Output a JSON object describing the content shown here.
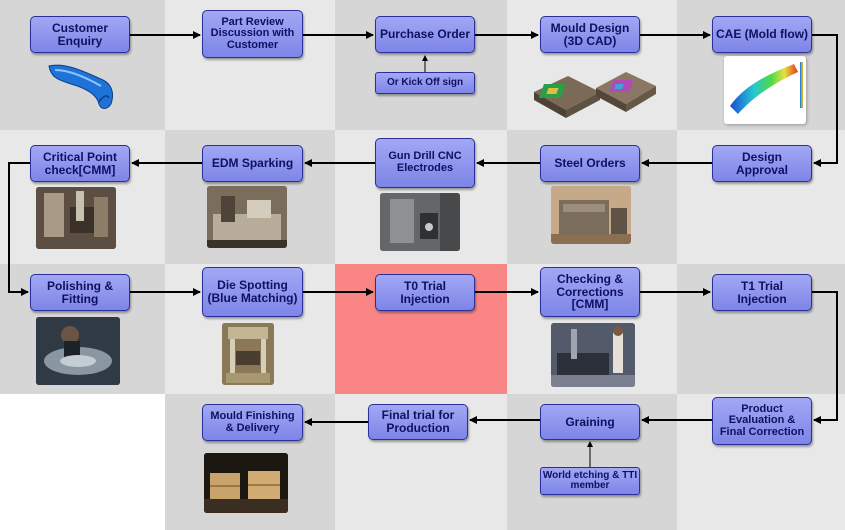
{
  "steps": {
    "customer_enquiry": "Customer Enquiry",
    "part_review": "Part Review Discussion with Customer",
    "purchase_order": "Purchase Order",
    "mould_design": "Mould Design (3D CAD)",
    "cae": "CAE (Mold flow)",
    "design_approval": "Design Approval",
    "steel_orders": "Steel Orders",
    "gun_drill": "Gun Drill CNC Electrodes",
    "edm": "EDM Sparking",
    "critical_point": "Critical Point check[CMM]",
    "polishing": "Polishing & Fitting",
    "die_spotting": "Die Spotting (Blue Matching)",
    "t0_trial": "T0 Trial Injection",
    "checking": "Checking & Corrections [CMM]",
    "t1_trial": "T1 Trial Injection",
    "product_evaluation": "Product Evaluation & Final Correction",
    "graining": "Graining",
    "final_trial": "Final trial for Production",
    "mould_finishing": "Mould Finishing & Delivery"
  },
  "notes": {
    "kick_off": "Or Kick Off sign",
    "world_etching": "World etching & TTI member"
  },
  "colors": {
    "box_fill": "#8f96ee",
    "box_border": "#2a2f9a",
    "highlight": "#f98585",
    "grid_dark": "#d6d6d6",
    "grid_light": "#e8e8e8"
  }
}
